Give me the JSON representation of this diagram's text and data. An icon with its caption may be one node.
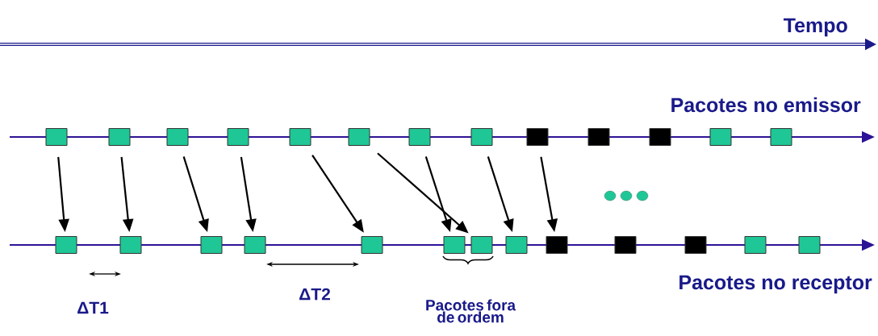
{
  "diagram": {
    "nodes": [
      {
        "text": [],
        "shape": "box"
      },
      {
        "text": [],
        "shape": "box"
      },
      {
        "text": [],
        "shape": "box"
      },
      {
        "text": [],
        "shape": "box"
      },
      {
        "text": [],
        "shape": "box"
      },
      {
        "text": [],
        "shape": "box"
      },
      {
        "text": [],
        "shape": "box"
      },
      {
        "text": [],
        "shape": "box"
      },
      {
        "text": [],
        "shape": "box"
      },
      {
        "text": [],
        "shape": "box"
      },
      {
        "text": [],
        "shape": "box"
      },
      {
        "text": [],
        "shape": "box"
      },
      {
        "text": [],
        "shape": "box"
      },
      {
        "text": [],
        "shape": "box"
      },
      {
        "text": [],
        "shape": "box"
      },
      {
        "text": [],
        "shape": "box"
      },
      {
        "text": [],
        "shape": "box"
      },
      {
        "text": [],
        "shape": "box"
      },
      {
        "text": [],
        "shape": "box"
      },
      {
        "text": [],
        "shape": "box"
      },
      {
        "text": [],
        "shape": "box"
      },
      {
        "text": [],
        "shape": "box"
      },
      {
        "text": [],
        "shape": "box"
      },
      {
        "text": [],
        "shape": "box"
      },
      {
        "text": [],
        "shape": "box"
      },
      {
        "text": [],
        "shape": "box"
      }
    ],
    "edges": [
      {
        "from": 0,
        "to": 13,
        "arrow": "to"
      },
      {
        "from": 1,
        "to": 14,
        "arrow": "to"
      },
      {
        "from": 2,
        "to": 15,
        "arrow": "to"
      },
      {
        "from": 3,
        "to": 16,
        "arrow": "to"
      },
      {
        "from": 4,
        "to": 17,
        "arrow": "to"
      },
      {
        "from": 5,
        "to": 19,
        "arrow": "to"
      },
      {
        "from": 6,
        "to": 18,
        "arrow": "to"
      },
      {
        "from": 7,
        "to": 20,
        "arrow": "to"
      },
      {
        "from": 8,
        "to": 21,
        "arrow": "to"
      }
    ],
    "labels": [
      "Tempo",
      "Pacotes no emissor",
      "Pacotes no receptor",
      "ΔT1",
      "ΔT2",
      "Pacotes fora de ordem"
    ]
  }
}
